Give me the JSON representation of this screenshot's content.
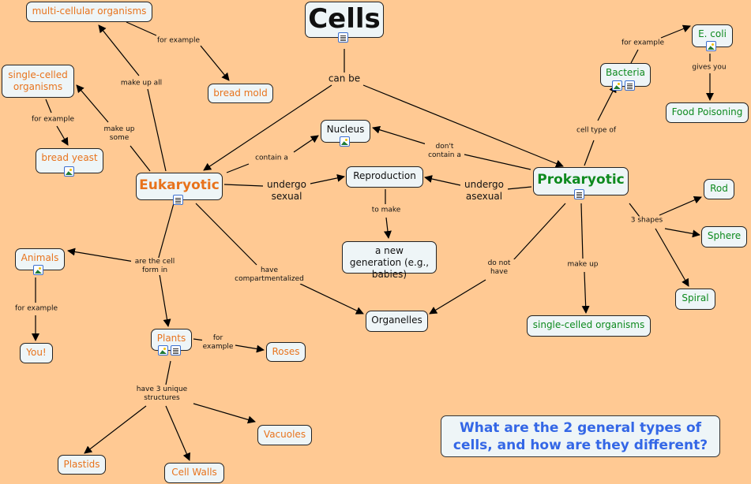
{
  "nodes": {
    "cells": "Cells",
    "multicellular": "multi-cellular organisms",
    "single_celled_euk": "single-celled organisms",
    "bread_mold": "bread mold",
    "bread_yeast": "bread yeast",
    "eukaryotic": "Eukaryotic",
    "nucleus": "Nucleus",
    "reproduction": "Reproduction",
    "new_generation": "a new generation (e.g., babies)",
    "prokaryotic": "Prokaryotic",
    "bacteria": "Bacteria",
    "ecoli": "E. coli",
    "food_poisoning": "Food Poisoning",
    "rod": "Rod",
    "sphere": "Sphere",
    "spiral": "Spiral",
    "single_celled_pro": "single-celled organisms",
    "organelles": "Organelles",
    "animals": "Animals",
    "you": "You!",
    "plants": "Plants",
    "roses": "Roses",
    "vacuoles": "Vacuoles",
    "plastids": "Plastids",
    "cell_walls": "Cell Walls"
  },
  "links": {
    "can_be": "can be",
    "for_example_mold": "for example",
    "make_up_all": "make up all",
    "for_example_yeast": "for example",
    "make_up_some": "make up some",
    "contain_a": "contain a",
    "undergo_sexual": "undergo sexual",
    "dont_contain_a": "don't contain a",
    "undergo_asexual": "undergo asexual",
    "to_make": "to make",
    "have_compartmentalized": "have compartmentalized",
    "do_not_have": "do not have",
    "make_up": "make up",
    "three_shapes": "3 shapes",
    "cell_type_of": "cell type of",
    "for_example_ecoli": "for example",
    "gives_you": "gives you",
    "are_the_cell_form_in": "are the cell form in",
    "for_example_you": "for example",
    "for_example_roses": "for example",
    "have_3_unique_structures": "have 3 unique structures"
  },
  "question": "What are the 2 general types of cells, and how are they different?",
  "colors": {
    "background": "#ffc993",
    "node_fill": "#eef5f7",
    "eukaryotic_text": "#e8731c",
    "prokaryotic_text": "#0e8a1e",
    "question_text": "#3467e6"
  }
}
